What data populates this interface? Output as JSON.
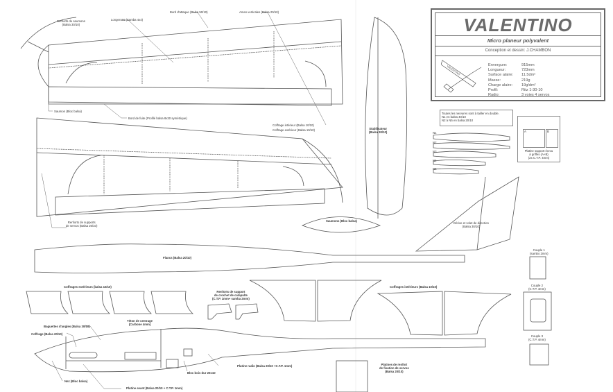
{
  "title_block": {
    "title": "VALENTINO",
    "subtitle": "Micro planeur polyvalent",
    "author": "Conception et dessin: J.CHAMBON",
    "model_name_on_drawing": "VALENTINO",
    "specs": [
      {
        "label": "Envergure:",
        "value": "915mm"
      },
      {
        "label": "Longueur:",
        "value": "723mm"
      },
      {
        "label": "Surface alaire:",
        "value": "11.5dm²"
      },
      {
        "label": "Masse:",
        "value": "219g"
      },
      {
        "label": "Charge alaire:",
        "value": "19g/dm²"
      },
      {
        "label": "Profil:",
        "value": "Ritz 1-30-10"
      },
      {
        "label": "Radio:",
        "value": "3 voies 4 servos"
      }
    ]
  },
  "labels": {
    "renforts_saumons_1": "Renforts de saumons",
    "renforts_saumons_2": "(Balsa 30/10)",
    "longerons": "Longerons (Samba 4x4)",
    "bord_attaque": "Bord d'attaque (Balsa 50/10)",
    "ames": "Ames verticales (Balsa 20/10)",
    "saumon": "Saumon (Bloc balsa)",
    "bord_fuite": "Bord de fuite (Profilé balsa 8x30 symétrique)",
    "coffrage_int": "Coffrage intérieur (Balsa 10/10)",
    "coffrage_ext": "Coffrage extérieur (Balsa 10/10)",
    "stab_1": "Stabilisateur",
    "stab_2": "(Balsa 30/10)",
    "renforts_servos_1": "Renforts de supports",
    "renforts_servos_2": "de servos (Balsa 20/10)",
    "saumons_bloc": "Saumons (Bloc balsa)",
    "derive_1": "Dérive et volet de direction",
    "derive_2": "(Balsa 30/10)",
    "flancs": "Flancs (Balsa 20/10)",
    "coffrages_ext": "Coffrages extérieurs (balsa 10/10)",
    "catapulte_1": "Renforts de support",
    "catapulte_2": "de crochet de catapulte",
    "catapulte_3": "(C.T.P. 1mm+ samba 2mm)",
    "coffrages_int": "Coffrages intérieurs (Balsa 10/10)",
    "couple1_1": "Couple 1",
    "couple1_2": "(sambo 2mm)",
    "couple2_1": "Couple 2",
    "couple2_2": "(C.T.P. 4mm)",
    "couple3_1": "Couple 3",
    "couple3_2": "(C.T.P. 4mm)",
    "teton_1": "Téton de centrage",
    "teton_2": "(Carbone 4mm)",
    "baguettes": "Baguettes d'angles (Balsa 30/10)",
    "coffrage": "Coffrage (Balsa 20/10)",
    "platine_radio": "Platine radio (Balsa 20/10 +C.T.P. 1mm)",
    "bloc_bois": "Bloc bois dur 20x10",
    "nez": "Nez (Bloc balsa)",
    "platine_avant": "Platine avant (Balsa 20/10 + C.T.P. 1mm)",
    "platines_renfort_1": "Platines de renfort",
    "platines_renfort_2": "de fixation de servos",
    "platines_renfort_3": "(Balsa 20/10)"
  },
  "notes": {
    "line1": "Toutes les nervures sont à tailler en double.",
    "line2": "N1 en balsa 40/10",
    "line3": "N2 à N5 en balsa 20/10"
  },
  "ribs": [
    "N1",
    "N2",
    "N3",
    "N4",
    "N5"
  ],
  "platine_support": {
    "a": "A",
    "b": "B",
    "line1": "Platine support écrou",
    "line2": "à griffes (A+B)",
    "line3": "(2x C.T.P. 4mm)"
  }
}
